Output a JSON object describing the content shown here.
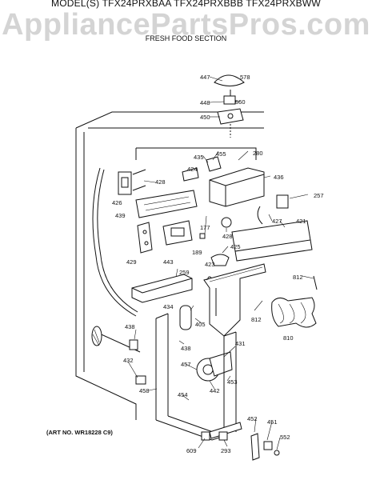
{
  "header": {
    "model_line": "MODEL(S) TFX24PRXBAA  TFX24PRXBBB  TFX24PRXBWW",
    "watermark": "AppliancePartsPros.com",
    "section_title": "FRESH FOOD SECTION"
  },
  "art_number": "(ART NO. WR18228 C9)",
  "parts": [
    {
      "id": "447"
    },
    {
      "id": "578"
    },
    {
      "id": "448"
    },
    {
      "id": "560"
    },
    {
      "id": "450"
    },
    {
      "id": "455"
    },
    {
      "id": "280"
    },
    {
      "id": "435"
    },
    {
      "id": "424"
    },
    {
      "id": "436"
    },
    {
      "id": "428"
    },
    {
      "id": "426"
    },
    {
      "id": "257"
    },
    {
      "id": "439"
    },
    {
      "id": "427"
    },
    {
      "id": "421"
    },
    {
      "id": "177"
    },
    {
      "id": "428"
    },
    {
      "id": "425"
    },
    {
      "id": "189"
    },
    {
      "id": "429"
    },
    {
      "id": "443"
    },
    {
      "id": "423"
    },
    {
      "id": "259"
    },
    {
      "id": "812"
    },
    {
      "id": "434"
    },
    {
      "id": "405"
    },
    {
      "id": "812"
    },
    {
      "id": "438"
    },
    {
      "id": "438"
    },
    {
      "id": "431"
    },
    {
      "id": "810"
    },
    {
      "id": "432"
    },
    {
      "id": "457"
    },
    {
      "id": "442"
    },
    {
      "id": "453"
    },
    {
      "id": "458"
    },
    {
      "id": "454"
    },
    {
      "id": "452"
    },
    {
      "id": "451"
    },
    {
      "id": "552"
    },
    {
      "id": "609"
    },
    {
      "id": "293"
    }
  ]
}
